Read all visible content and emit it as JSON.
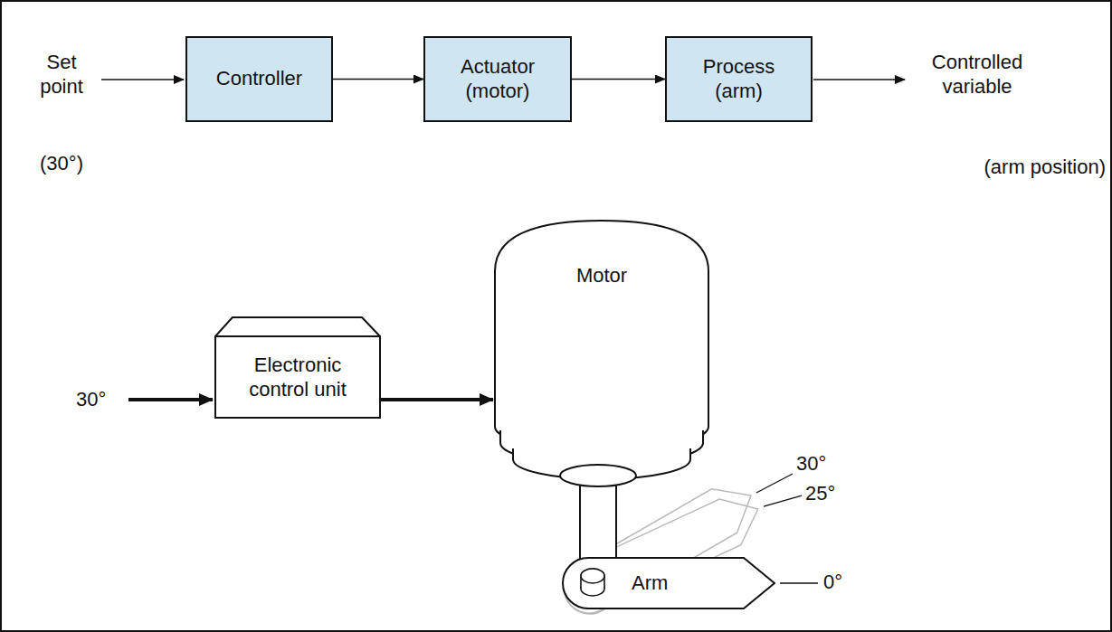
{
  "diagram": {
    "nodes": [
      {
        "text": [
          "Controller"
        ]
      },
      {
        "text": [
          "Actuator (motor)"
        ]
      },
      {
        "text": [
          "Process (arm)"
        ]
      },
      {
        "text": [
          "Electronic control unit"
        ]
      },
      {
        "text": [
          "Motor"
        ]
      },
      {
        "text": [
          "Arm"
        ]
      }
    ],
    "edges": [
      {
        "from": 0,
        "to": 1,
        "arrow": "to"
      },
      {
        "from": 1,
        "to": 2,
        "arrow": "to"
      },
      {
        "from": 3,
        "to": 4,
        "arrow": "to"
      }
    ],
    "labels": [
      "Set point",
      "(30°)",
      "Controlled variable",
      "(arm position)",
      "30°",
      "30°",
      "25°",
      "0°"
    ]
  }
}
